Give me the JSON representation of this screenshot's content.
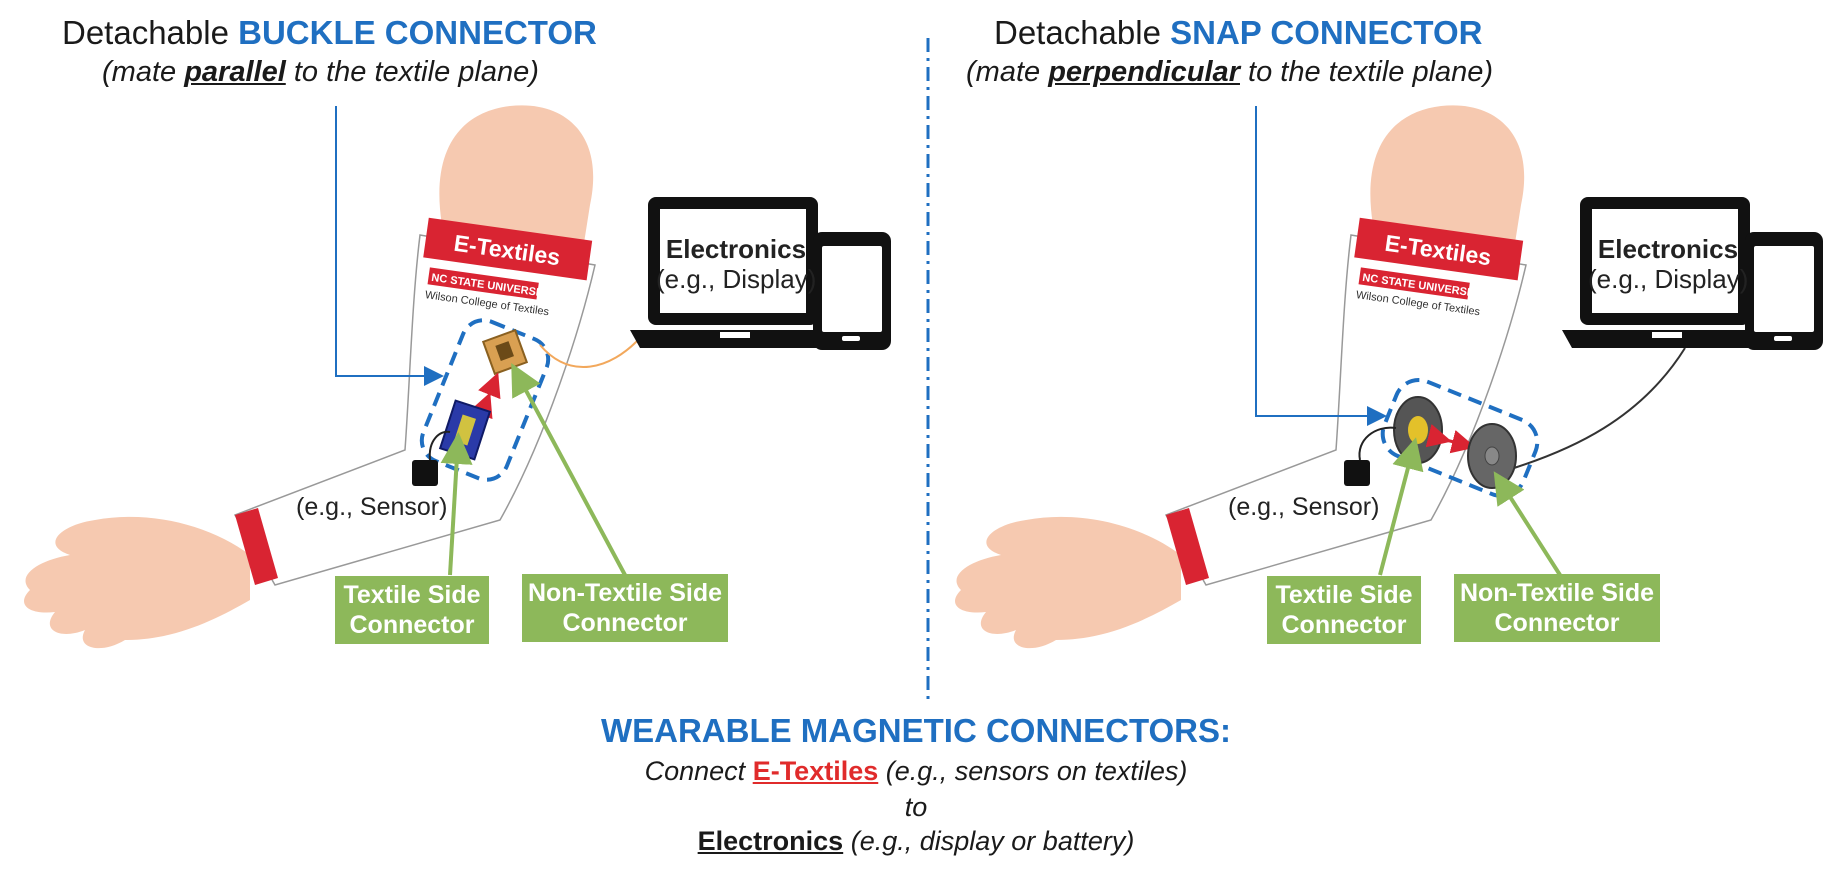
{
  "left_panel": {
    "title_prefix": "Detachable",
    "title_keyword": "BUCKLE CONNECTOR",
    "subtitle_pre": "(mate",
    "subtitle_emph": "parallel",
    "subtitle_post": "to the textile plane)",
    "band_text": "E-Textiles",
    "brand_tag": "NC STATE UNIVERSITY",
    "college": "Wilson College of Textiles",
    "electronics_title": "Electronics",
    "electronics_sub": "(e.g., Display)",
    "sensor_label": "(e.g., Sensor)",
    "textile_connector": "Textile Side Connector",
    "non_textile_connector": "Non-Textile Side Connector"
  },
  "right_panel": {
    "title_prefix": "Detachable",
    "title_keyword": "SNAP CONNECTOR",
    "subtitle_pre": "(mate",
    "subtitle_emph": "perpendicular",
    "subtitle_post": "to the textile plane)",
    "band_text": "E-Textiles",
    "brand_tag": "NC STATE UNIVERSITY",
    "college": "Wilson College of Textiles",
    "electronics_title": "Electronics",
    "electronics_sub": "(e.g., Display)",
    "sensor_label": "(e.g., Sensor)",
    "textile_connector": "Textile Side Connector",
    "non_textile_connector": "Non-Textile Side Connector"
  },
  "bottom": {
    "title": "WEARABLE MAGNETIC CONNECTORS:",
    "line1_pre": "Connect",
    "line1_etextiles": "E-Textiles",
    "line1_post": "(e.g., sensors on textiles)",
    "line2": "to",
    "line3_electronics": "Electronics",
    "line3_post": "(e.g., display or battery)"
  },
  "colors": {
    "accent_blue": "#1f6fc1",
    "brand_red": "#d92432",
    "label_green": "#8db85a",
    "skin": "#f6c9b0"
  }
}
